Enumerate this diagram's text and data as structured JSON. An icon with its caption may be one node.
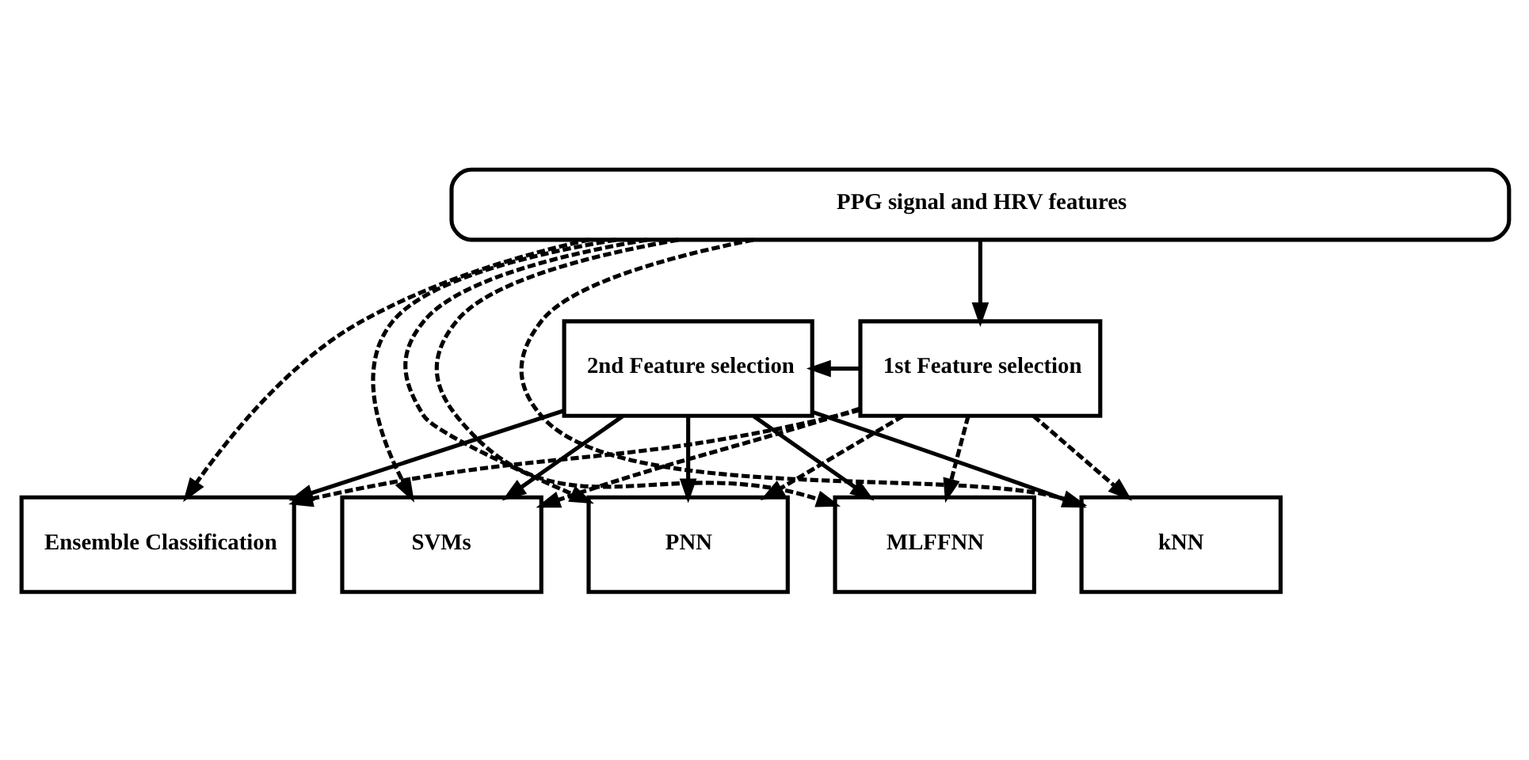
{
  "diagram": {
    "nodes": [
      {
        "text": [
          "PPG signal and HRV features"
        ]
      },
      {
        "text": [
          "2nd Feature selection"
        ]
      },
      {
        "text": [
          "1st Feature selection"
        ]
      },
      {
        "text": [
          "Ensemble Classification"
        ]
      },
      {
        "text": [
          "SVMs"
        ]
      },
      {
        "text": [
          "PNN"
        ]
      },
      {
        "text": [
          "MLFFNN"
        ]
      },
      {
        "text": [
          "kNN"
        ]
      }
    ],
    "edges": [
      {
        "from": 0,
        "to": 2,
        "arrow": "to"
      },
      {
        "from": 2,
        "to": 1,
        "arrow": "to"
      },
      {
        "from": 1,
        "to": 3,
        "arrow": "to"
      },
      {
        "from": 1,
        "to": 4,
        "arrow": "to"
      },
      {
        "from": 1,
        "to": 5,
        "arrow": "to"
      },
      {
        "from": 1,
        "to": 6,
        "arrow": "to"
      },
      {
        "from": 1,
        "to": 7,
        "arrow": "to"
      },
      {
        "from": 2,
        "to": 3,
        "arrow": "to",
        "style": "dashed"
      },
      {
        "from": 2,
        "to": 4,
        "arrow": "to",
        "style": "dashed"
      },
      {
        "from": 2,
        "to": 5,
        "arrow": "to",
        "style": "dashed"
      },
      {
        "from": 2,
        "to": 6,
        "arrow": "to",
        "style": "dashed"
      },
      {
        "from": 2,
        "to": 7,
        "arrow": "to",
        "style": "dashed"
      },
      {
        "from": 0,
        "to": 3,
        "arrow": "to",
        "style": "dashed"
      },
      {
        "from": 0,
        "to": 4,
        "arrow": "to",
        "style": "dashed"
      },
      {
        "from": 0,
        "to": 5,
        "arrow": "to",
        "style": "dashed"
      },
      {
        "from": 0,
        "to": 6,
        "arrow": "to",
        "style": "dashed"
      },
      {
        "from": 0,
        "to": 7,
        "arrow": "to",
        "style": "dashed"
      }
    ]
  }
}
